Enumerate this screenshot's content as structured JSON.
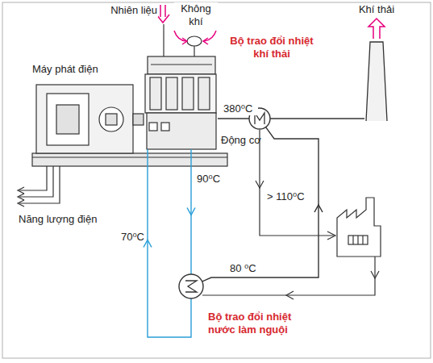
{
  "diagram": {
    "nodes": [
      {
        "text": [
          "Máy phát điện"
        ]
      },
      {
        "text": [
          "Động cơ"
        ]
      },
      {
        "text": [
          "Bộ trao đổi nhiệt khí thải"
        ]
      },
      {
        "text": [
          "Khí thải"
        ]
      },
      {
        "text": [
          "Bộ trao đổi nhiệt nước làm nguội"
        ]
      }
    ],
    "edges": [
      {
        "from": 1,
        "to": 2,
        "label": "380⁰C",
        "arrow": "none"
      },
      {
        "from": 2,
        "to": 3,
        "arrow": "none"
      },
      {
        "from": 1,
        "to": 4,
        "label": "90⁰C",
        "arrow": "to"
      },
      {
        "from": 4,
        "to": 1,
        "label": "70⁰C",
        "arrow": "to"
      },
      {
        "from": 4,
        "to": 2,
        "label": "80 ⁰C",
        "arrow": "to"
      }
    ],
    "labels": [
      "Nhiên liệu",
      "Không khí",
      "> 110⁰C",
      "Năng lượng điện"
    ]
  }
}
